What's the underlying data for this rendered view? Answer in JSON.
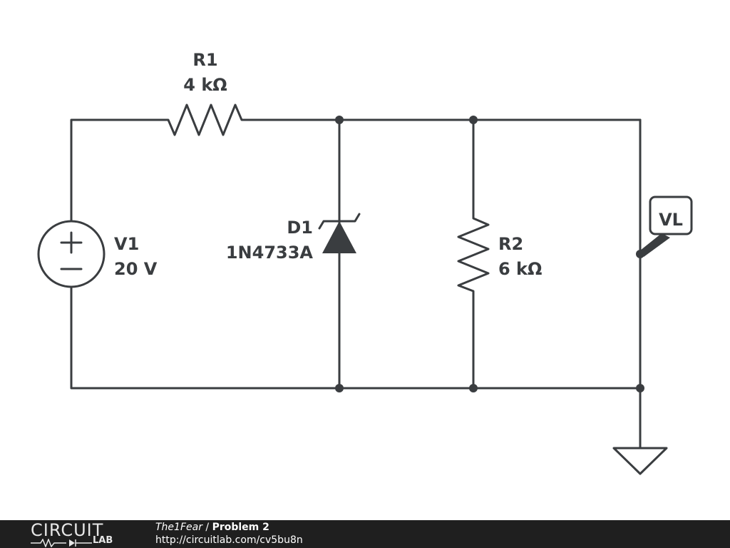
{
  "components": {
    "r1": {
      "name": "R1",
      "value": "4 kΩ"
    },
    "r2": {
      "name": "R2",
      "value": "6 kΩ"
    },
    "v1": {
      "name": "V1",
      "value": "20 V"
    },
    "d1": {
      "name": "D1",
      "value": "1N4733A"
    },
    "probe": {
      "label": "VL"
    }
  },
  "footer": {
    "logo_top": "CIRCUIT",
    "logo_bottom": "LAB",
    "author": "The1Fear",
    "separator": " / ",
    "title": "Problem 2",
    "url": "http://circuitlab.com/cv5bu8n"
  }
}
